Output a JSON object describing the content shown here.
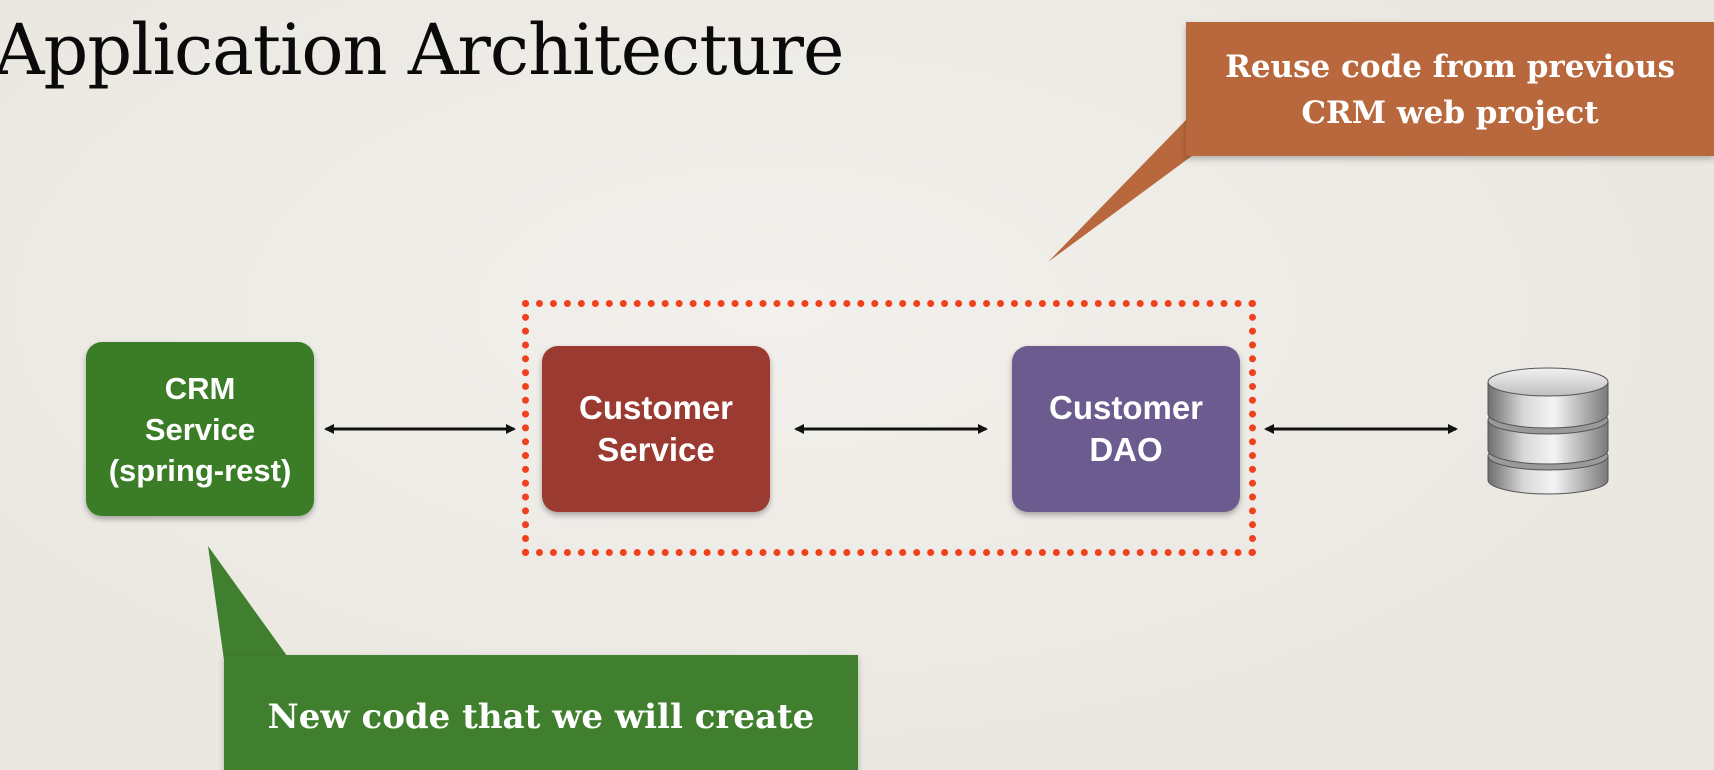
{
  "slide": {
    "title": "Application Architecture"
  },
  "callouts": {
    "reuse": {
      "text": "Reuse code from previous\nCRM web project",
      "color": "#b8683c"
    },
    "new_code": {
      "text": "New code that we will create",
      "color": "#3f7f2d"
    }
  },
  "nodes": {
    "crm_service": {
      "label": "CRM\nService\n(spring-rest)",
      "color": "#3b7d27"
    },
    "customer_service": {
      "label": "Customer\nService",
      "color": "#9b3a31"
    },
    "customer_dao": {
      "label": "Customer\nDAO",
      "color": "#6c5b8e"
    },
    "database": {
      "icon": "database-icon"
    }
  },
  "connections": [
    {
      "from": "crm_service",
      "to": "customer_service",
      "style": "double-arrow"
    },
    {
      "from": "customer_service",
      "to": "customer_dao",
      "style": "double-arrow"
    },
    {
      "from": "customer_dao",
      "to": "database",
      "style": "double-arrow"
    }
  ],
  "highlight_frame": {
    "color": "#f0411f",
    "style": "dotted"
  }
}
